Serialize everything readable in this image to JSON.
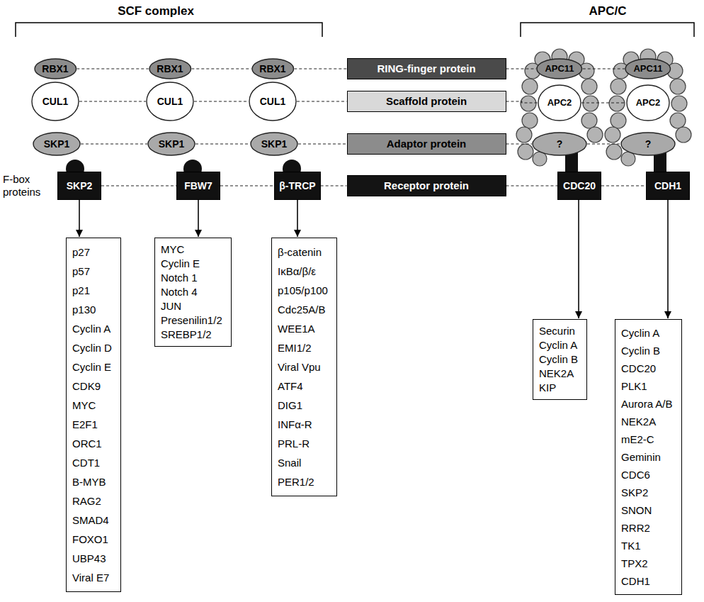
{
  "diagram": {
    "nodes": [
      {
        "text": [
          "RBX1"
        ]
      },
      {
        "text": [
          "CUL1"
        ]
      },
      {
        "text": [
          "SKP1"
        ]
      },
      {
        "text": [
          "SKP2"
        ]
      },
      {
        "text": [
          "RBX1"
        ]
      },
      {
        "text": [
          "CUL1"
        ]
      },
      {
        "text": [
          "SKP1"
        ]
      },
      {
        "text": [
          "FBW7"
        ]
      },
      {
        "text": [
          "RBX1"
        ]
      },
      {
        "text": [
          "CUL1"
        ]
      },
      {
        "text": [
          "SKP1"
        ]
      },
      {
        "text": [
          "β-TRCP"
        ]
      },
      {
        "text": [
          "RING-finger protein"
        ]
      },
      {
        "text": [
          "Scaffold protein"
        ]
      },
      {
        "text": [
          "Adaptor protein"
        ]
      },
      {
        "text": [
          "Receptor protein"
        ]
      },
      {
        "text": [
          "APC11"
        ]
      },
      {
        "text": [
          "APC2"
        ]
      },
      {
        "text": [
          "?"
        ]
      },
      {
        "text": [
          "CDC20"
        ]
      },
      {
        "text": [
          "APC11"
        ]
      },
      {
        "text": [
          "APC2"
        ]
      },
      {
        "text": [
          "?"
        ]
      },
      {
        "text": [
          "CDH1"
        ]
      },
      {
        "text": [
          "p27",
          "p57",
          "p21",
          "p130",
          "Cyclin A",
          "Cyclin D",
          "Cyclin E",
          "CDK9",
          "MYC",
          "E2F1",
          "ORC1",
          "CDT1",
          "B-MYB",
          "RAG2",
          "SMAD4",
          "FOXO1",
          "UBP43",
          "Viral E7"
        ]
      },
      {
        "text": [
          "MYC",
          "Cyclin E",
          "Notch 1",
          "Notch 4",
          "JUN",
          "Presenilin1/2",
          "SREBP1/2"
        ]
      },
      {
        "text": [
          "β-catenin",
          "IκBα/β/ε",
          "p105/p100",
          "Cdc25A/B",
          "WEE1A",
          "EMI1/2",
          "Viral Vpu",
          "ATF4",
          "DIG1",
          "INFα-R",
          "PRL-R",
          "Snail",
          "PER1/2"
        ]
      },
      {
        "text": [
          "Securin",
          "Cyclin A",
          "Cyclin B",
          "NEK2A",
          "KIP"
        ]
      },
      {
        "text": [
          "Cyclin A",
          "Cyclin B",
          "CDC20",
          "PLK1",
          "Aurora A/B",
          "NEK2A",
          "mE2-C",
          "Geminin",
          "CDC6",
          "SKP2",
          "SNON",
          "RRR2",
          "TK1",
          "TPX2",
          "CDH1"
        ]
      }
    ],
    "edges": [
      {
        "from": 0,
        "to": 4,
        "arrow": "none"
      },
      {
        "from": 4,
        "to": 8,
        "arrow": "none"
      },
      {
        "from": 8,
        "to": 12,
        "arrow": "none"
      },
      {
        "from": 12,
        "to": 16,
        "arrow": "none"
      },
      {
        "from": 16,
        "to": 20,
        "arrow": "none"
      },
      {
        "from": 1,
        "to": 5,
        "arrow": "none"
      },
      {
        "from": 5,
        "to": 9,
        "arrow": "none"
      },
      {
        "from": 9,
        "to": 13,
        "arrow": "none"
      },
      {
        "from": 13,
        "to": 17,
        "arrow": "none"
      },
      {
        "from": 17,
        "to": 21,
        "arrow": "none"
      },
      {
        "from": 2,
        "to": 6,
        "arrow": "none"
      },
      {
        "from": 6,
        "to": 10,
        "arrow": "none"
      },
      {
        "from": 10,
        "to": 14,
        "arrow": "none"
      },
      {
        "from": 14,
        "to": 18,
        "arrow": "none"
      },
      {
        "from": 18,
        "to": 22,
        "arrow": "none"
      },
      {
        "from": 3,
        "to": 7,
        "arrow": "none"
      },
      {
        "from": 7,
        "to": 11,
        "arrow": "none"
      },
      {
        "from": 11,
        "to": 15,
        "arrow": "none"
      },
      {
        "from": 15,
        "to": 19,
        "arrow": "none"
      },
      {
        "from": 19,
        "to": 23,
        "arrow": "none"
      },
      {
        "from": 3,
        "to": 24,
        "arrow": "to"
      },
      {
        "from": 7,
        "to": 25,
        "arrow": "to"
      },
      {
        "from": 11,
        "to": 26,
        "arrow": "to"
      },
      {
        "from": 19,
        "to": 27,
        "arrow": "to"
      },
      {
        "from": 23,
        "to": 28,
        "arrow": "to"
      }
    ],
    "labels": [
      "SCF complex",
      "APC/C",
      "F-box proteins"
    ]
  }
}
